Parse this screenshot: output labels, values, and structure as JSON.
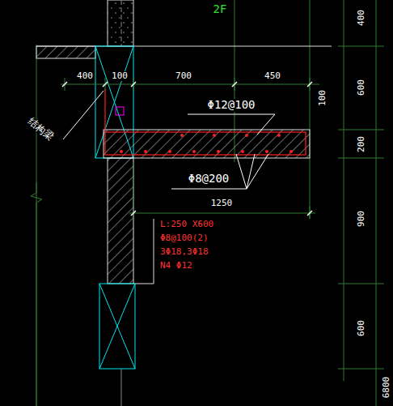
{
  "diagram": {
    "labels": [
      "2F",
      "400",
      "400",
      "100",
      "700",
      "450",
      "100",
      "Φ12@100",
      "600",
      "200",
      "Φ8@200",
      "1250",
      "结构梁",
      "900",
      "L:250 X600",
      "Φ8@100(2)",
      "3Φ18,3Φ18",
      "N4 Φ12",
      "600",
      "6800"
    ]
  }
}
